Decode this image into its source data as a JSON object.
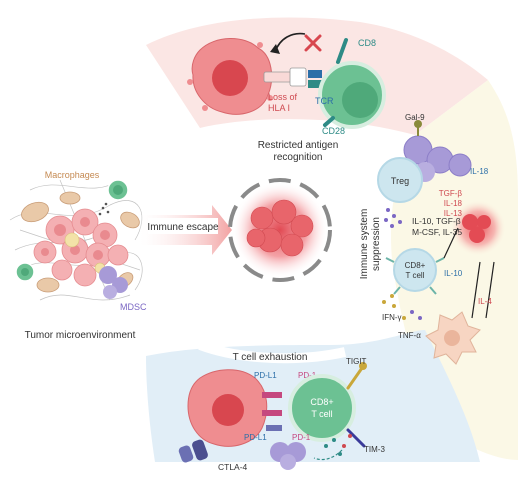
{
  "labels": {
    "macrophages": "Macrophages",
    "mdsc": "MDSC",
    "tumor_microenvironment": "Tumor microenvironment",
    "immune_escape": "Immune escape",
    "restricted_line1": "Restricted antigen",
    "restricted_line2": "recognition",
    "suppression_line1": "Immune system",
    "suppression_line2": "suppression",
    "exhaustion": "T cell exhaustion",
    "cd8": "CD8",
    "tcr": "TCR",
    "cd28": "CD28",
    "loss_line1": "Loss of",
    "loss_line2": "HLA I",
    "gal9": "Gal-9",
    "treg": "Treg",
    "il18_a": "IL-18",
    "tgfb_red": "TGF-β",
    "il18_b": "IL-18",
    "il13": "IL-13",
    "cyt_line1": "IL-10, TGF-β",
    "cyt_line2": "M-CSF, IL-35",
    "cd8_tcell_mid_line1": "CD8+",
    "cd8_tcell_mid_line2": "T cell",
    "il10": "IL-10",
    "il4": "IL-4",
    "ifng": "IFN-γ",
    "tnfa": "TNF-α",
    "tigit": "TIGIT",
    "pdl1_a": "PD-L1",
    "pd1_a": "PD-1",
    "cd8_tcell_bottom_line1": "CD8+",
    "cd8_tcell_bottom_line2": "T cell",
    "pdl1_b": "PD-L1",
    "pd1_b": "PD-1",
    "tim3": "TIM-3",
    "ctla4": "CTLA-4"
  },
  "colors": {
    "panel_top": "#fbe6e4",
    "panel_right": "#fbf8e6",
    "panel_bottom": "#e1eef7",
    "tcell_green": "#6cc193",
    "tumor_red": "#e86a6e",
    "treg_blue": "#cde6ef",
    "purple": "#a79ad7",
    "red_text": "#cf4950",
    "teal_text": "#2e8b86",
    "blue_text": "#2c6fa8",
    "purple_text": "#7b67c4"
  }
}
